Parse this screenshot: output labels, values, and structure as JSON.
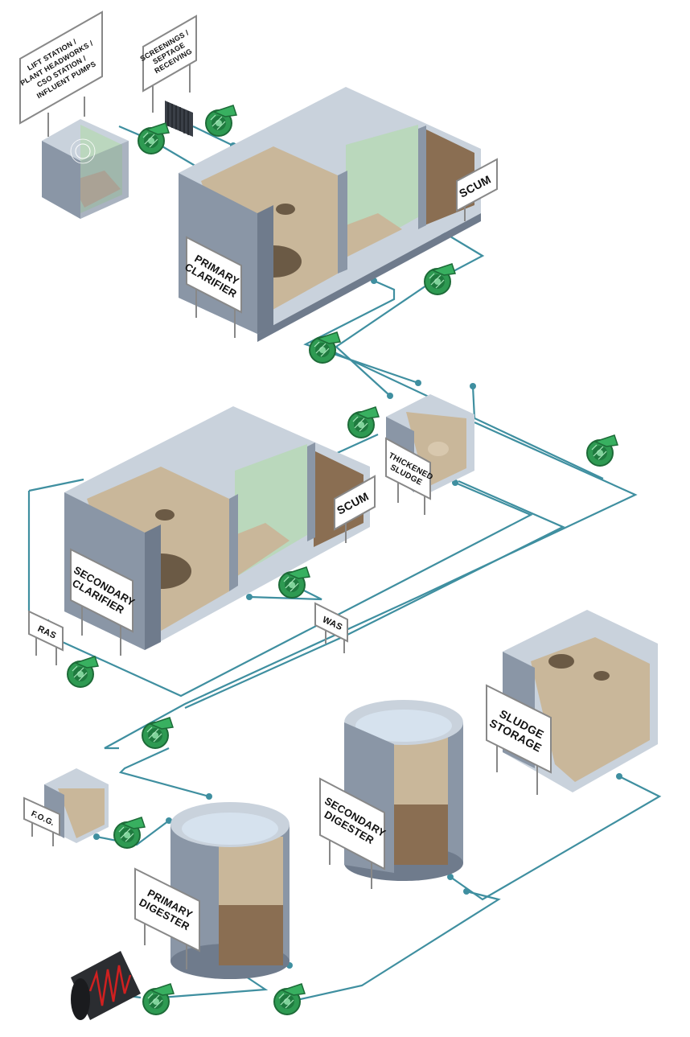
{
  "colors": {
    "pipe": "#3f8fa0",
    "tank_front": "#8a96a6",
    "tank_side": "#6f7b8c",
    "tank_top": "#c9d2dc",
    "sludge_light": "#c9b79a",
    "sludge_dark": "#6b5a45",
    "water_green": "#b8d8b8",
    "pump": "#2e9a52",
    "heater_red": "#d02020"
  },
  "labels": {
    "lift_station": [
      "LIFT STATION /",
      "PLANT HEADWORKS /",
      "CSO STATION /",
      "INFLUENT PUMPS"
    ],
    "screenings": [
      "SCREENINGS /",
      "SEPTAGE",
      "RECEIVING"
    ],
    "primary_clarifier": [
      "PRIMARY",
      "CLARIFIER"
    ],
    "scum_primary": "SCUM",
    "thickened_sludge": [
      "THICKENED",
      "SLUDGE"
    ],
    "secondary_clarifier": [
      "SECONDARY",
      "CLARIFIER"
    ],
    "scum_secondary": "SCUM",
    "ras": "RAS",
    "was": "WAS",
    "sludge_storage": [
      "SLUDGE",
      "STORAGE"
    ],
    "secondary_digester": [
      "SECONDARY",
      "DIGESTER"
    ],
    "fog": "F.O.G.",
    "primary_digester": [
      "PRIMARY",
      "DIGESTER"
    ]
  },
  "icons": {
    "pump": "centrifugal-pump-icon",
    "heater": "heat-exchanger-icon",
    "screen": "bar-screen-icon"
  }
}
